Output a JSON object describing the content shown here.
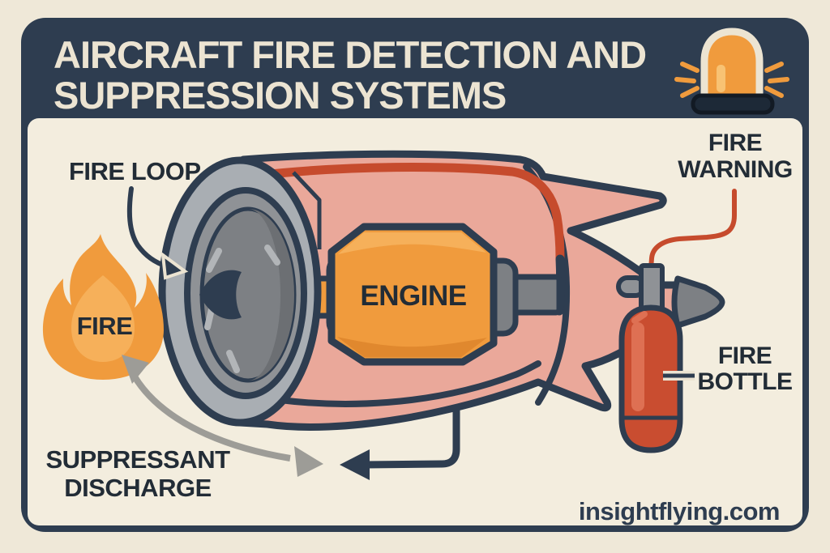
{
  "colors": {
    "cream": "#efe8d8",
    "panel": "#f3edde",
    "navy": "#2e3d50",
    "ink": "#222c36",
    "cream_text": "#ece4d2",
    "pink": "#eaa89a",
    "red": "#c64b2d",
    "orange": "#f09b3d",
    "orange_light": "#f6b05a",
    "orange_dark": "#e0882e",
    "gray_light": "#a9aeb3",
    "gray_mid": "#8f9296",
    "gray_dark": "#7d8084",
    "gray_deep": "#6c6f73",
    "streak": "#b2b5b8",
    "bottle_red": "#c94d30",
    "bottle_light": "#de7053",
    "arrow_gray": "#9d9c97",
    "siren_base": "#1d2937",
    "siren_base_stroke": "#121a24",
    "highlight_orange": "#f8c273"
  },
  "header": {
    "title_lines": [
      "AIRCRAFT FIRE DETECTION AND",
      "SUPPRESSION SYSTEMS"
    ],
    "siren_icon": "siren-beacon"
  },
  "diagram": {
    "fire_loop_label": "FIRE LOOP",
    "fire_label": "FIRE",
    "engine_label": "ENGINE",
    "fire_warning_lines": [
      "FIRE",
      "WARNING"
    ],
    "fire_bottle_lines": [
      "FIRE",
      "BOTTLE"
    ],
    "suppressant_lines": [
      "SUPPRESSANT",
      "DISCHARGE"
    ],
    "icons": {
      "siren": "siren-beacon-icon",
      "flame": "flame-icon",
      "bottle": "fire-extinguisher-bottle-icon",
      "engine": "jet-engine-cutaway"
    }
  },
  "footer": {
    "website": "insightflying.com"
  }
}
